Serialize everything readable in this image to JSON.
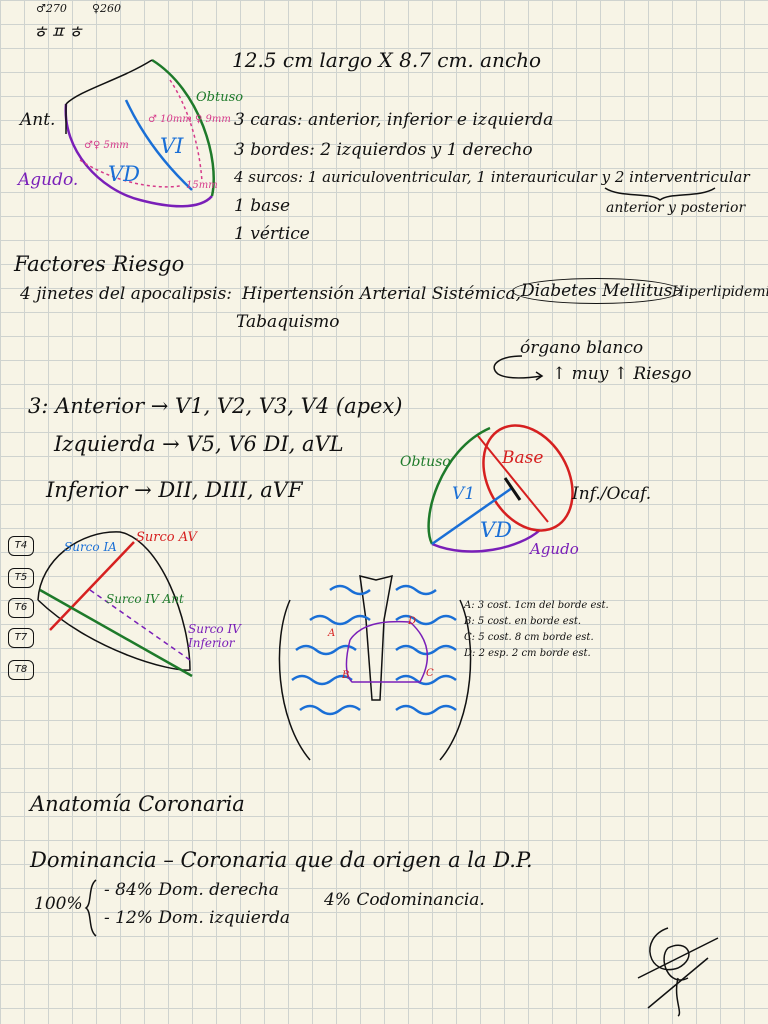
{
  "symbols": {
    "male": "♂270",
    "female": "♀260",
    "bar": "ㅎㅍㅎ"
  },
  "dimensions": "12.5 cm largo X 8.7 cm. ancho",
  "heart_fig1": {
    "ant": "Ant.",
    "agudo": "Agudo.",
    "obtuso": "Obtuso",
    "vd": "VD",
    "vi": "VI",
    "vd_thick": "♂♀ 5mm",
    "vi_thick": "♂ 10mm ♀ 9mm",
    "apex_thick": "15mm"
  },
  "anatomy": [
    "3 caras: anterior, inferior e izquierda",
    "3 bordes: 2 izquierdos y 1 derecho",
    "4 surcos: 1 auriculoventricular, 1 interauricular y 2 interventricular",
    "1 base",
    "1 vértice"
  ],
  "interventricular_sub": "anterior y posterior",
  "risk": {
    "title": "Factores Riesgo",
    "line1_prefix": "4 jinetes del apocalipsis:",
    "line1_items": "Hipertensión Arterial Sistémica,",
    "diabetes": "Diabetes Mellitus",
    "hyperlipid": "Hiperlipidemia",
    "tabaquismo": "Tabaquismo",
    "target_organ": "órgano blanco",
    "target_note": "↑ muy ↑ Riesgo"
  },
  "leads": [
    "3: Anterior → V1, V2, V3, V4 (apex)",
    "Izquierda → V5, V6  DI, aVL",
    "Inferior → DII, DIII, aVF"
  ],
  "heart_fig2": {
    "obtuso": "Obtuso",
    "base": "Base",
    "v1": "V1",
    "vd": "VD",
    "agudo": "Agudo",
    "inf": "Inf./Ocaf."
  },
  "heart_fig3": {
    "surco_ia": "Surco IA",
    "surco_av": "Surco AV",
    "surco_iv_ant": "Surco IV Ant",
    "surco_iv_inf": "Surco IV Inferior",
    "thoracic": [
      "T4",
      "T5",
      "T6",
      "T7",
      "T8"
    ]
  },
  "thorax": {
    "points": [
      "A",
      "B",
      "C",
      "D"
    ],
    "legend": [
      "A: 3 cost. 1cm del borde est.",
      "B: 5 cost. en borde est.",
      "C: 5 cost. 8 cm borde est.",
      "D: 2 esp. 2 cm borde est."
    ]
  },
  "coronary": {
    "title": "Anatomía Coronaria",
    "dominance": "Dominancia – Coronaria que da origen a la D.P.",
    "total": "100%",
    "right": "- 84% Dom. derecha",
    "left": "- 12% Dom. izquierda",
    "codominance": "4% Codominancia."
  },
  "colors": {
    "green": "#1e7a2a",
    "purple": "#7a1fb8",
    "red": "#d62020",
    "blue": "#1a6fd6",
    "pink": "#d63a8a"
  }
}
